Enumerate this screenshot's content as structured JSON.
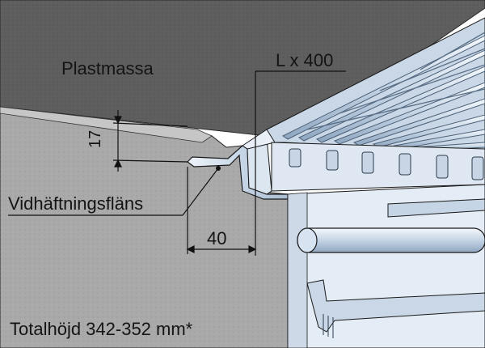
{
  "labels": {
    "material": "Plastmassa",
    "length": "L x 400",
    "flange": "Vidhäftningsfläns",
    "width_dim": "40",
    "height_dim": "17",
    "total_height": "Totalhöjd 342-352 mm*"
  },
  "colors": {
    "asphalt": "#5c5c5c",
    "concrete": "#aeaeae",
    "steel_light": "#d6e3f0",
    "steel_mid": "#b3c6db",
    "steel_dark": "#7f97b3",
    "outline": "#1a1a1a",
    "dimension_line": "#111111"
  }
}
